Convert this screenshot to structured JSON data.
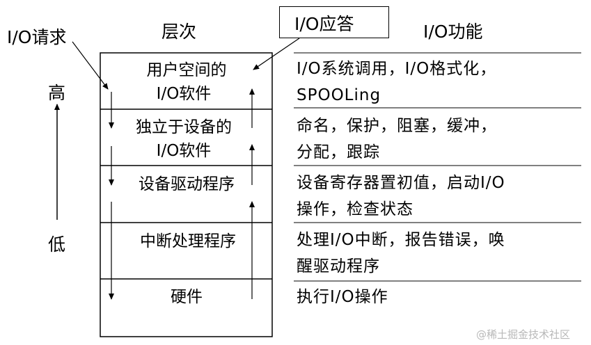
{
  "labels": {
    "io_request": "I/O请求",
    "levels": "层次",
    "io_response": "I/O应答",
    "io_function": "I/O功能",
    "high": "高",
    "low": "低"
  },
  "layers": [
    {
      "line1": "用户空间的",
      "line2": "I/O软件"
    },
    {
      "line1": "独立于设备的",
      "line2": "I/O软件"
    },
    {
      "line1": "设备驱动程序",
      "line2": ""
    },
    {
      "line1": "中断处理程序",
      "line2": ""
    },
    {
      "line1": "硬件",
      "line2": ""
    }
  ],
  "functions": [
    {
      "line1": "I/O系统调用，I/O格式化，",
      "line2": "SPOOLing"
    },
    {
      "line1": "命名，保护，阻塞，缓冲，",
      "line2": "分配，跟踪"
    },
    {
      "line1": "设备寄存器置初值，启动I/O",
      "line2": "操作，检查状态"
    },
    {
      "line1": "处理I/O中断，报告错误，唤",
      "line2": "醒驱动程序"
    },
    {
      "line1": "执行I/O操作",
      "line2": ""
    }
  ],
  "watermark": "@稀土掘金技术社区"
}
